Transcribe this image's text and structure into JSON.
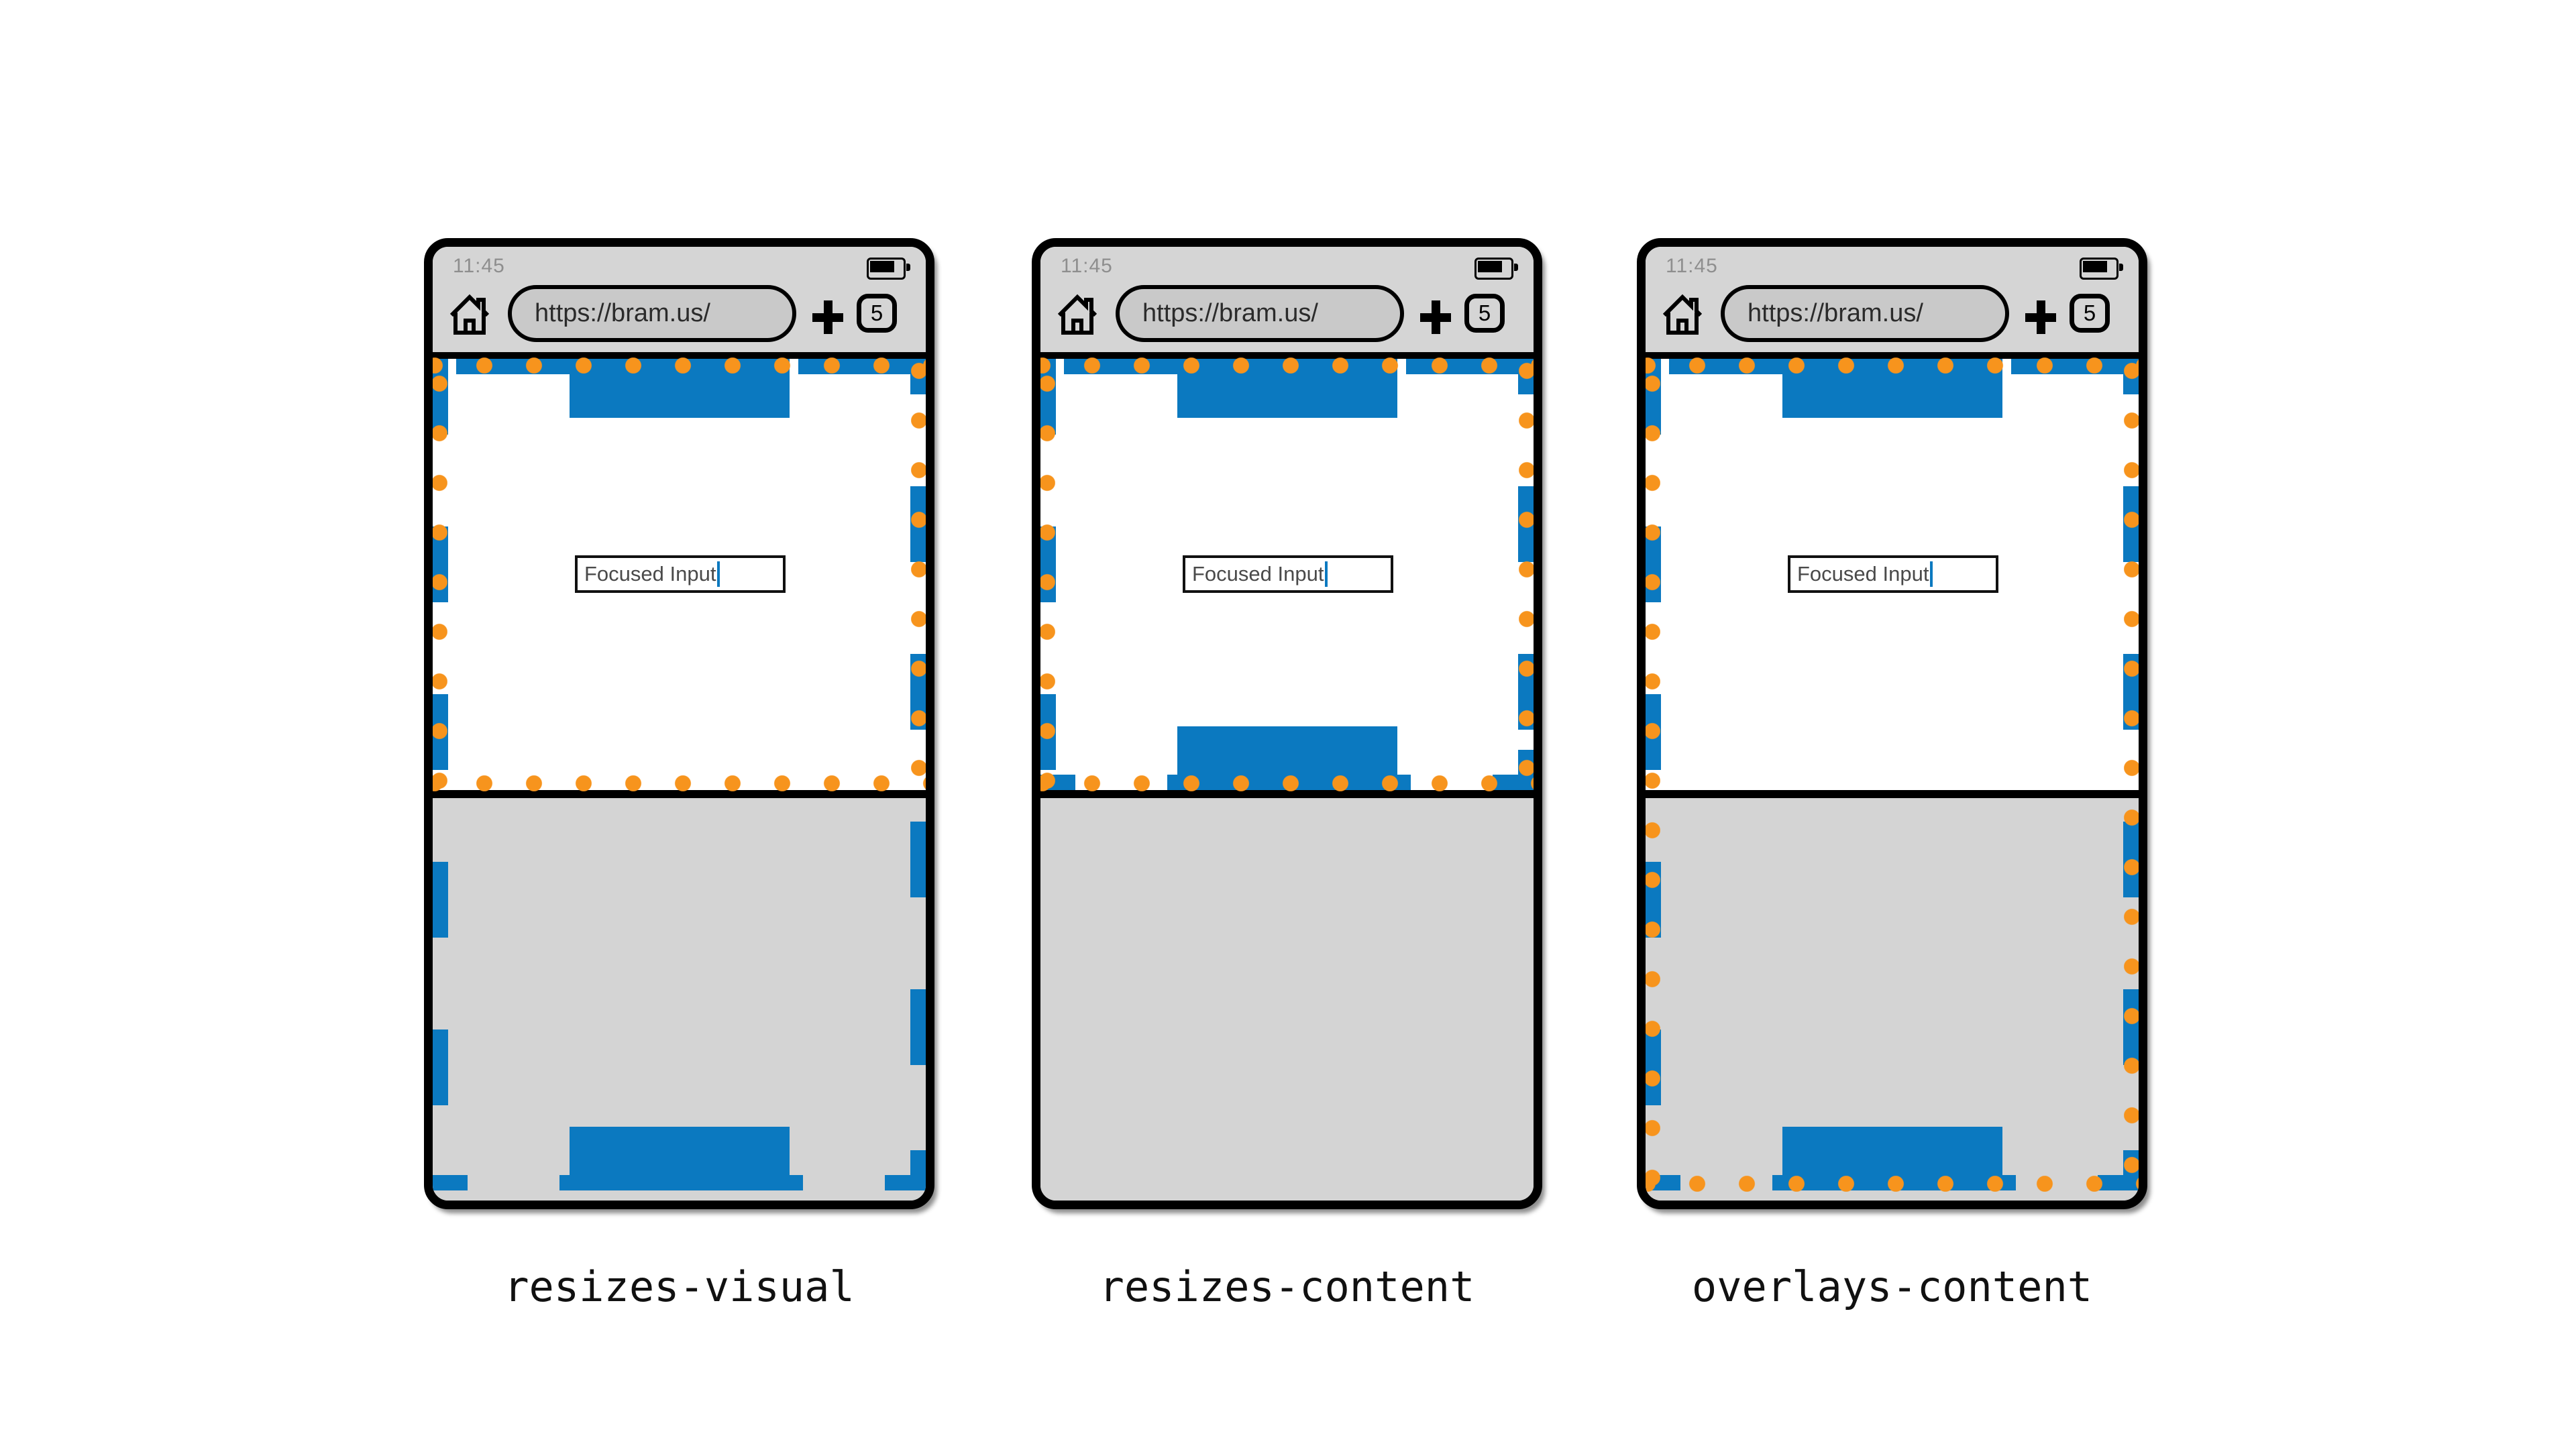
{
  "colors": {
    "layout_viewport_blue": "#0b79c0",
    "visual_viewport_orange": "#f7941d",
    "chrome_gray": "#d5d5d5",
    "keyboard_gray": "#d4d4d4",
    "frame_black": "#000000"
  },
  "phones": [
    {
      "caption": "resizes-visual",
      "time": "11:45",
      "url": "https://bram.us/",
      "tab_count": "5",
      "input_value": "Focused Input"
    },
    {
      "caption": "resizes-content",
      "time": "11:45",
      "url": "https://bram.us/",
      "tab_count": "5",
      "input_value": "Focused Input"
    },
    {
      "caption": "overlays-content",
      "time": "11:45",
      "url": "https://bram.us/",
      "tab_count": "5",
      "input_value": "Focused Input"
    }
  ]
}
